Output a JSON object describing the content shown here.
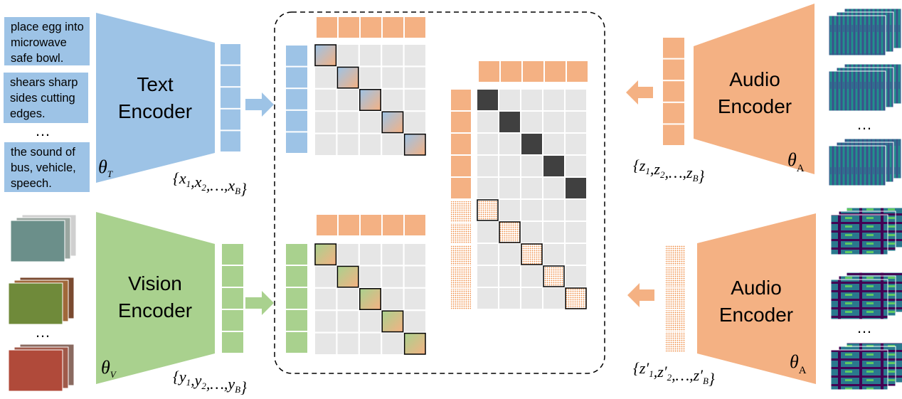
{
  "colors": {
    "text_blue": "#9dc3e6",
    "vision_green": "#a9d18e",
    "audio_orange": "#f4b183",
    "grid_gray": "#e6e6e6",
    "dark_diag": "#404040",
    "dot_orange": "#f08a40"
  },
  "captions": [
    [
      "place egg into",
      "microwave",
      "safe bowl."
    ],
    [
      "shears sharp",
      "sides cutting",
      "edges."
    ],
    [
      "the sound of",
      "bus, vehicle,",
      "speech."
    ]
  ],
  "ellipsis": "…",
  "text_encoder": {
    "line1": "Text",
    "line2": "Encoder",
    "theta": "θ",
    "theta_sub": "T"
  },
  "vision_encoder": {
    "line1": "Vision",
    "line2": "Encoder",
    "theta": "θ",
    "theta_sub": "V"
  },
  "audio_encoder_top": {
    "line1": "Audio",
    "line2": "Encoder",
    "theta": "θ",
    "theta_sub": "A"
  },
  "audio_encoder_bottom": {
    "line1": "Audio",
    "line2": "Encoder",
    "theta": "θ",
    "theta_sub": "A"
  },
  "labels": {
    "x": {
      "var": "x",
      "subs": [
        "1",
        "2",
        "B"
      ]
    },
    "y": {
      "var": "y",
      "subs": [
        "1",
        "2",
        "B"
      ]
    },
    "z": {
      "var": "z",
      "subs": [
        "1",
        "2",
        "B"
      ]
    },
    "zp": {
      "var": "z′",
      "subs": [
        "1",
        "2",
        "B"
      ]
    }
  },
  "batch_size": 5
}
